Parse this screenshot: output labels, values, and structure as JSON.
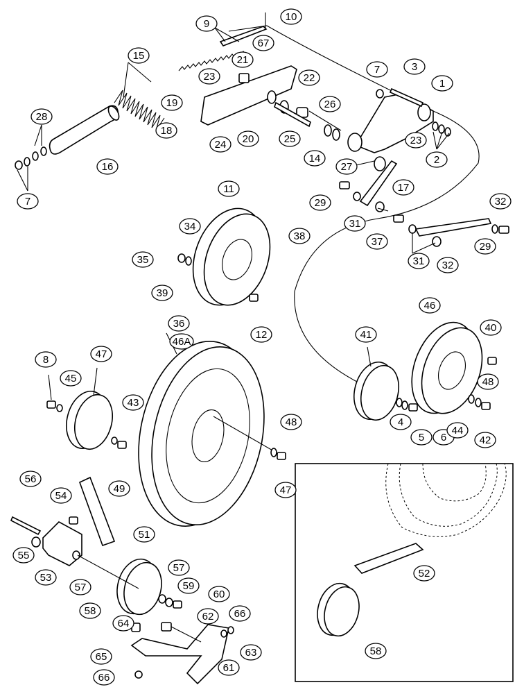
{
  "diagram": {
    "callouts": [
      "10",
      "9",
      "67",
      "21",
      "3",
      "7",
      "1",
      "15",
      "23",
      "22",
      "19",
      "26",
      "18",
      "24",
      "20",
      "25",
      "23",
      "28",
      "16",
      "14",
      "27",
      "2",
      "7",
      "17",
      "29",
      "31",
      "32",
      "11",
      "34",
      "38",
      "35",
      "39",
      "37",
      "31",
      "32",
      "29",
      "12",
      "36",
      "46A",
      "46",
      "40",
      "41",
      "8",
      "47",
      "45",
      "48",
      "43",
      "4",
      "5",
      "6",
      "44",
      "42",
      "48",
      "49",
      "47",
      "56",
      "54",
      "51",
      "52",
      "55",
      "53",
      "57",
      "57",
      "59",
      "60",
      "58",
      "62",
      "66",
      "64",
      "63",
      "65",
      "66",
      "61",
      "58"
    ]
  }
}
